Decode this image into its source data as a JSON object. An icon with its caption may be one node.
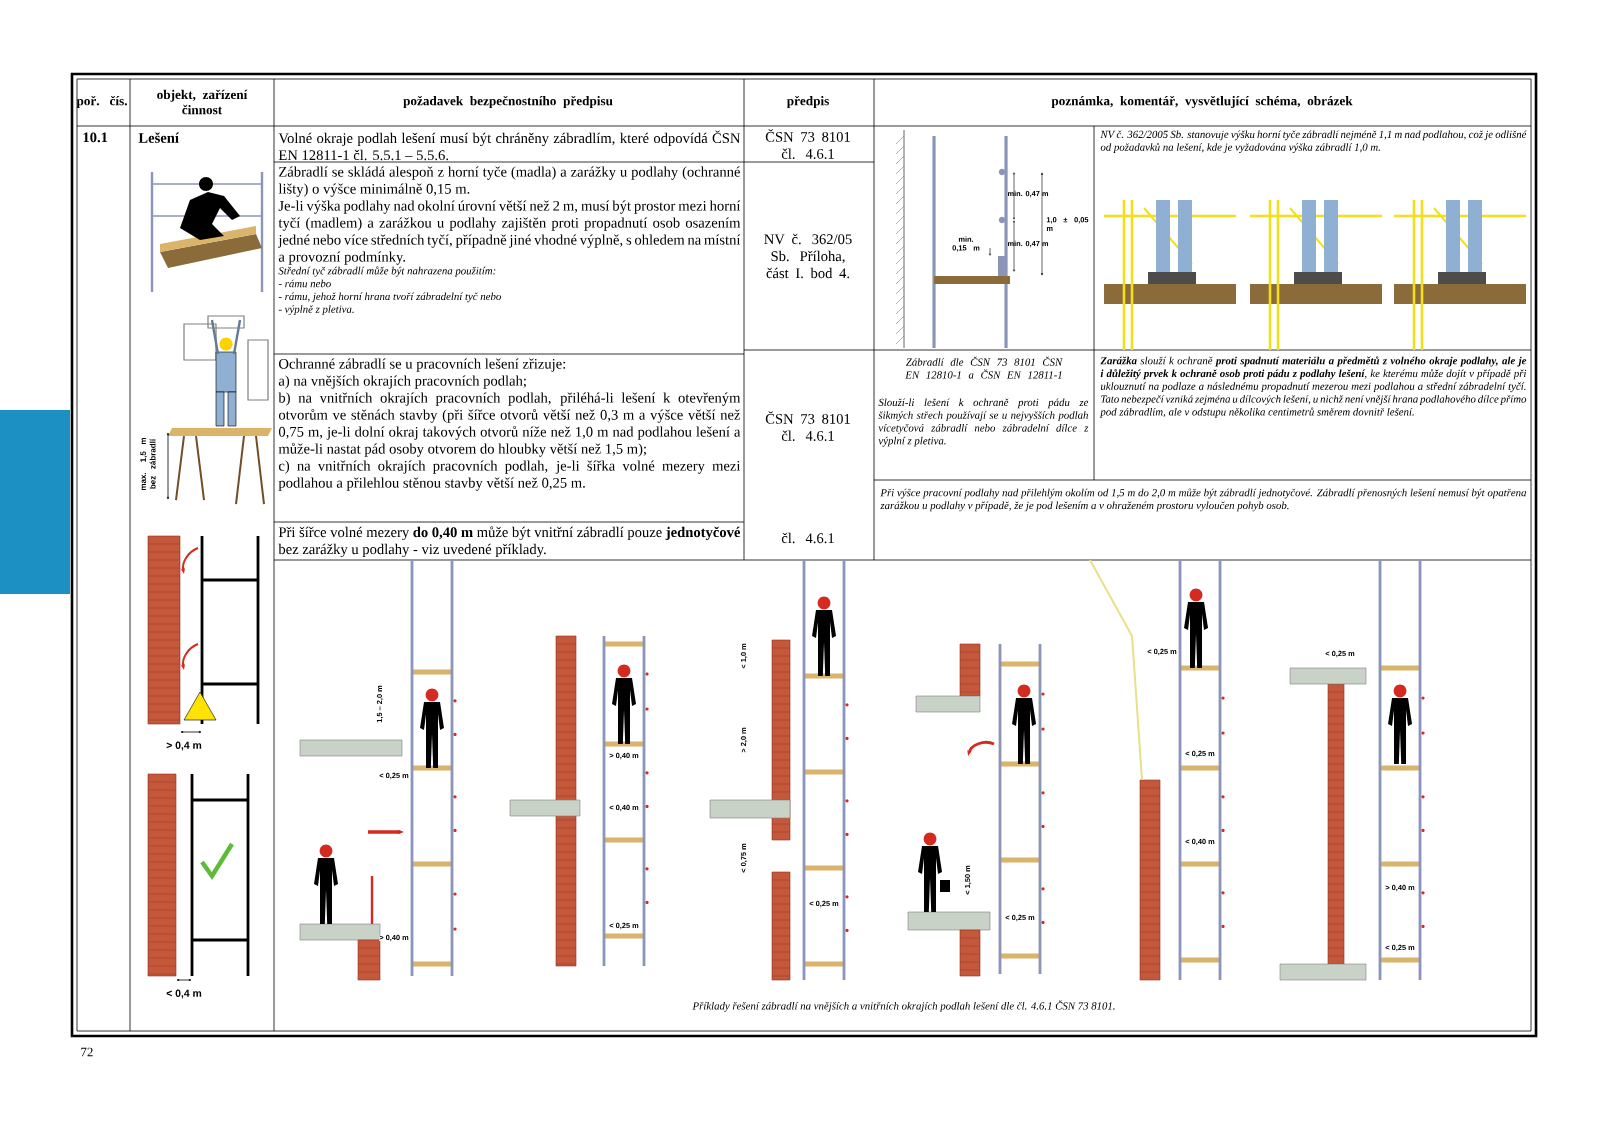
{
  "diagram": {
    "caption": "Příklady řešení zábradlí na vnějších a vnitřních okrajích podlah lešení dle čl. 4.6.1 ČSN 73 8101.",
    "labels": [
      "poř. čís.",
      "objekt, zařízení činnost",
      "požadavek bezpečnostního předpisu",
      "předpis",
      "poznámka, komentář, vysvětlující schéma, obrázek",
      "10.1",
      "Lešení",
      "Volné okraje podlah lešení musí být chráněny zábradlím, které odpovídá ČSN EN 12811-1 čl. 5.5.1 – 5.5.6.",
      "ČSN 73 8101 čl. 4.6.1",
      "min. 0,47 m",
      "min. 0,47 m",
      "1,0 ± 0,05 m",
      "min. 0,15 m",
      "NV č. 362/2005 Sb. stanovuje výšku horní tyče zábradlí nejméně 1,1 m nad podlahou, což je odlišné od požadavků na lešení, kde je vyžadována výška zábradlí 1,0 m.",
      "Zábradlí se skládá alespoň z horní tyče (madla) a zarážky u podlahy (ochranné lišty) o výšce minimálně 0,15 m.",
      "Je-li výška podlahy nad okolní úrovní větší než 2 m, musí být prostor mezi horní tyčí (madlem) a zarážkou u podlahy zajištěn proti propadnutí osob osazením jedné nebo více středních tyčí, případně jiné vhodné výplně, s ohledem na místní a provozní podmínky.",
      "Střední tyč zábradlí může být nahrazena použitím:",
      "- rámu nebo",
      "- rámu, jehož horní hrana tvoří zábradelní tyč nebo",
      "- výplně z pletiva.",
      "NV č. 362/05 Sb. Příloha, část I. bod 4.",
      "max. 1,5 m bez zábradlí",
      "Ochranné zábradlí se u pracovních lešení zřizuje:",
      "a) na vnějších okrajích pracovních podlah;",
      "b) na vnitřních okrajích pracovních podlah, přiléhá-li lešení k otevřeným otvorům ve stěnách stavby (při šířce otvorů větší než 0,3 m a výšce větší než 0,75 m, je-li dolní okraj takových otvorů níže než 1,0 m nad podlahou lešení a může-li nastat pád osoby otvorem do hloubky větší než 1,5 m);",
      "c) na vnitřních okrajích pracovních podlah, je-li šířka volné mezery mezi podlahou a přilehlou stěnou stavby větší než 0,25 m.",
      "ČSN 73 8101 čl. 4.6.1",
      "Zábradlí dle ČSN 73 8101 ČSN EN 12810-1 a ČSN EN 12811-1",
      "Slouží-li lešení k ochraně proti pádu ze šikmých střech používají se u nejvyšších podlah vícetyčová zábradlí nebo zábradelní dílce z výplní z pletiva.",
      "**Zarážka** slouží k ochraně **proti spadnutí materiálu a předmětů z volného okraje podlahy, ale je i důležitý prvek k ochraně osob proti pádu z podlahy lešení**, ke kterému může dojít v případě při uklouznutí na podlaze a následnému propadnutí mezerou mezi podlahou a střední zábradelní tyčí. Tato nebezpečí vzniká zejména u dílcových lešení, u nichž není vnější hrana podlahového dílce přímo pod zábradlím, ale v odstupu několika centimetrů směrem dovnitř lešení.",
      "Při šířce volné mezery **do 0,40 m** může být vnitřní zábradlí pouze **jednotyčové** bez zarážky u podlahy - viz uvedené příklady.",
      "čl. 4.6.1",
      "Při výšce pracovní podlahy nad přilehlým okolím od 1,5 m do 2,0 m může být zábradlí jednotyčové. Zábradlí přenosných lešení nemusí být opatřena zarážkou u podlahy v případě, že je pod lešením a v ohraženém prostoru vyloučen pohyb osob.",
      "> 0,4 m",
      "< 0,4 m",
      "1,5 – 2,0 m",
      "< 0,25 m",
      "> 0,40 m",
      "> 0,40 m",
      "< 0,40 m",
      "< 0,25 m",
      "< 1,0 m",
      "> 2,0 m",
      "< 0,75 m",
      "< 0,25 m",
      "< 1,50 m",
      "< 0,25 m",
      "< 0,25 m",
      "< 0,25 m",
      "< 0,40 m",
      "< 0,25 m",
      "> 0,40 m",
      "< 0,25 m",
      "72"
    ]
  }
}
